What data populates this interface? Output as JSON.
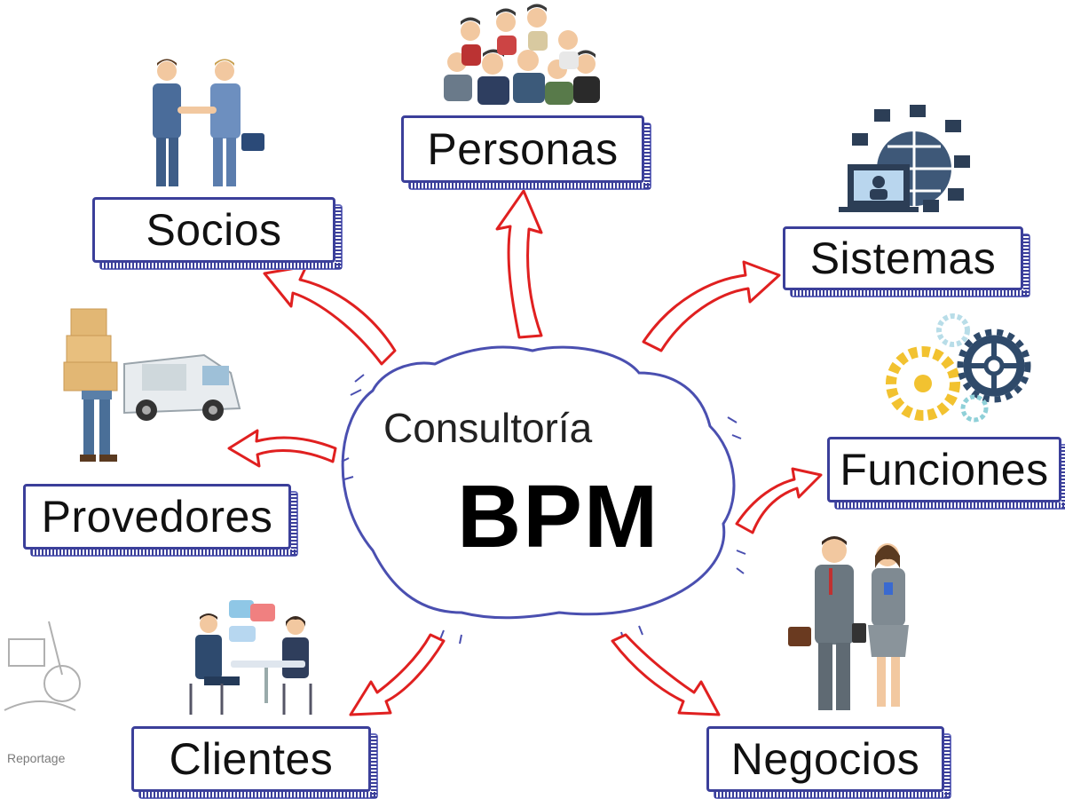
{
  "center": {
    "title": "Consultoría",
    "main": "BPM"
  },
  "nodes": {
    "personas": "Personas",
    "socios": "Socios",
    "sistemas": "Sistemas",
    "provedores": "Provedores",
    "funciones": "Funciones",
    "clientes": "Clientes",
    "negocios": "Negocios"
  },
  "watermark": "Reportage",
  "colors": {
    "box_border": "#3b3f9a",
    "arrow": "#e02020",
    "cloud": "#4a4fb0"
  },
  "icons": [
    "people-group-icon",
    "handshake-icon",
    "computer-network-icon",
    "delivery-van-icon",
    "gears-icon",
    "meeting-icon",
    "business-people-icon"
  ]
}
